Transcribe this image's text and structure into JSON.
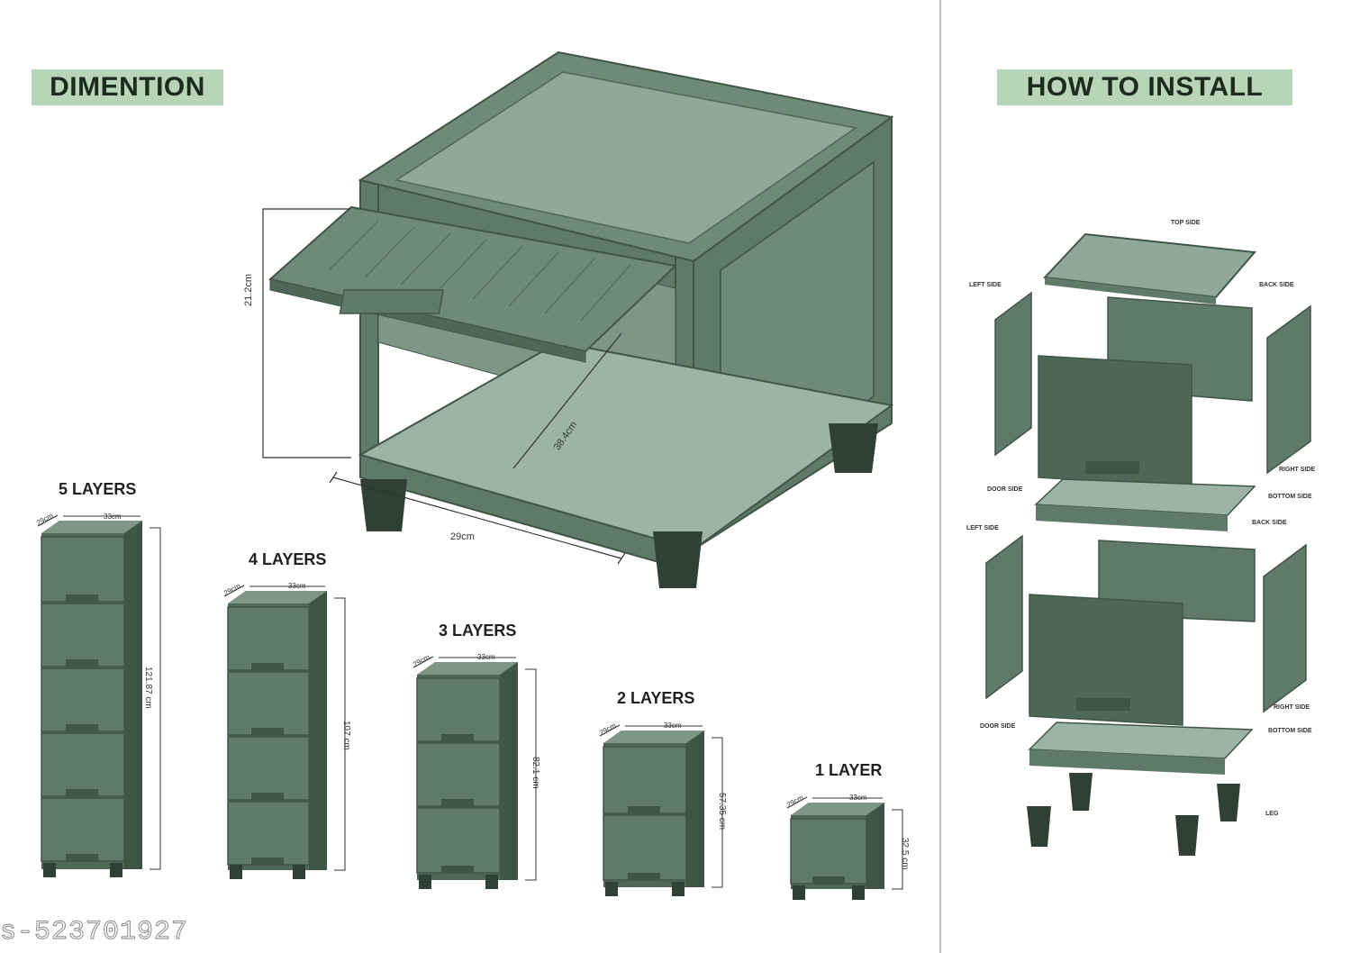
{
  "sections": {
    "dimension_title": "DIMENTION",
    "install_title": "HOW TO INSTALL"
  },
  "main_cabinet": {
    "height_label": "21.2cm",
    "depth_label": "38.4cm",
    "width_label": "29cm"
  },
  "stacks": [
    {
      "title": "5 LAYERS",
      "height_label": "121.87 cm",
      "width_label": "33cm",
      "depth_label": "29cm"
    },
    {
      "title": "4 LAYERS",
      "height_label": "107 cm",
      "width_label": "33cm",
      "depth_label": "29cm"
    },
    {
      "title": "3 LAYERS",
      "height_label": "82.1 cm",
      "width_label": "33cm",
      "depth_label": "29cm"
    },
    {
      "title": "2 LAYERS",
      "height_label": "57.35 cm",
      "width_label": "33cm",
      "depth_label": "29cm"
    },
    {
      "title": "1 LAYER",
      "height_label": "32.5 cm",
      "width_label": "33cm",
      "depth_label": "29cm"
    }
  ],
  "install_parts": {
    "top_side": "TOP SIDE",
    "left_side_1": "LEFT SIDE",
    "back_side_1": "BACK SIDE",
    "right_side_1": "RIGHT SIDE",
    "door_side_1": "DOOR SIDE",
    "bottom_side_1": "BOTTOM SIDE",
    "left_side_2": "LEFT SIDE",
    "back_side_2": "BACK SIDE",
    "right_side_2": "RIGHT SIDE",
    "door_side_2": "DOOR SIDE",
    "bottom_side_2": "BOTTOM SIDE",
    "leg": "LEG"
  },
  "watermark": "s-523701927",
  "colors": {
    "banner": "#b9d5b7",
    "panel": "#5f7a68",
    "panel_dark": "#3f5647",
    "panel_light": "#8fa89a",
    "leg": "#2f4034"
  }
}
